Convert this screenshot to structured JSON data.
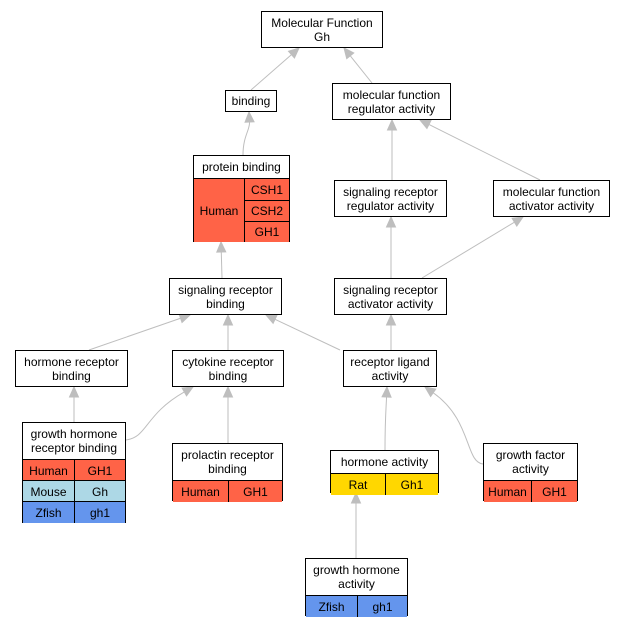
{
  "colors": {
    "Human": "#ff6347",
    "Mouse": "#add8e6",
    "Zfish": "#6495ed",
    "Rat": "#ffd700",
    "edge": "#bebebe"
  },
  "nodes": {
    "mf": {
      "label": "Molecular Function\nGh"
    },
    "binding": {
      "label": "binding"
    },
    "mfreg": {
      "label": "molecular function\nregulator activity"
    },
    "protbind": {
      "label": "protein binding",
      "species": "Human",
      "genes": [
        "CSH1",
        "CSH2",
        "GH1"
      ]
    },
    "sigreg": {
      "label": "signaling receptor\nregulator activity"
    },
    "mfact": {
      "label": "molecular function\nactivator activity"
    },
    "sigbind": {
      "label": "signaling receptor\nbinding"
    },
    "sigact": {
      "label": "signaling receptor\nactivator activity"
    },
    "hormrec": {
      "label": "hormone receptor\nbinding"
    },
    "cytorec": {
      "label": "cytokine receptor\nbinding"
    },
    "recligand": {
      "label": "receptor ligand\nactivity"
    },
    "ghrec": {
      "label": "growth hormone\nreceptor binding",
      "rows": [
        [
          "Human",
          "GH1"
        ],
        [
          "Mouse",
          "Gh"
        ],
        [
          "Zfish",
          "gh1"
        ]
      ]
    },
    "prolrec": {
      "label": "prolactin receptor\nbinding",
      "rows": [
        [
          "Human",
          "GH1"
        ]
      ]
    },
    "hormact": {
      "label": "hormone activity",
      "rows": [
        [
          "Rat",
          "Gh1"
        ]
      ]
    },
    "gfact": {
      "label": "growth factor\nactivity",
      "rows": [
        [
          "Human",
          "GH1"
        ]
      ]
    },
    "ghact": {
      "label": "growth hormone\nactivity",
      "rows": [
        [
          "Zfish",
          "gh1"
        ]
      ]
    }
  },
  "edges": [
    [
      "binding",
      "mf"
    ],
    [
      "mfreg",
      "mf"
    ],
    [
      "protbind",
      "binding"
    ],
    [
      "sigreg",
      "mfreg"
    ],
    [
      "mfact",
      "mfreg"
    ],
    [
      "sigbind",
      "protbind"
    ],
    [
      "sigact",
      "sigreg"
    ],
    [
      "sigact",
      "mfact"
    ],
    [
      "hormrec",
      "sigbind"
    ],
    [
      "cytorec",
      "sigbind"
    ],
    [
      "recligand",
      "sigbind"
    ],
    [
      "recligand",
      "sigact"
    ],
    [
      "ghrec",
      "hormrec"
    ],
    [
      "ghrec",
      "cytorec"
    ],
    [
      "prolrec",
      "cytorec"
    ],
    [
      "hormact",
      "recligand"
    ],
    [
      "gfact",
      "recligand"
    ],
    [
      "ghact",
      "hormact"
    ]
  ]
}
